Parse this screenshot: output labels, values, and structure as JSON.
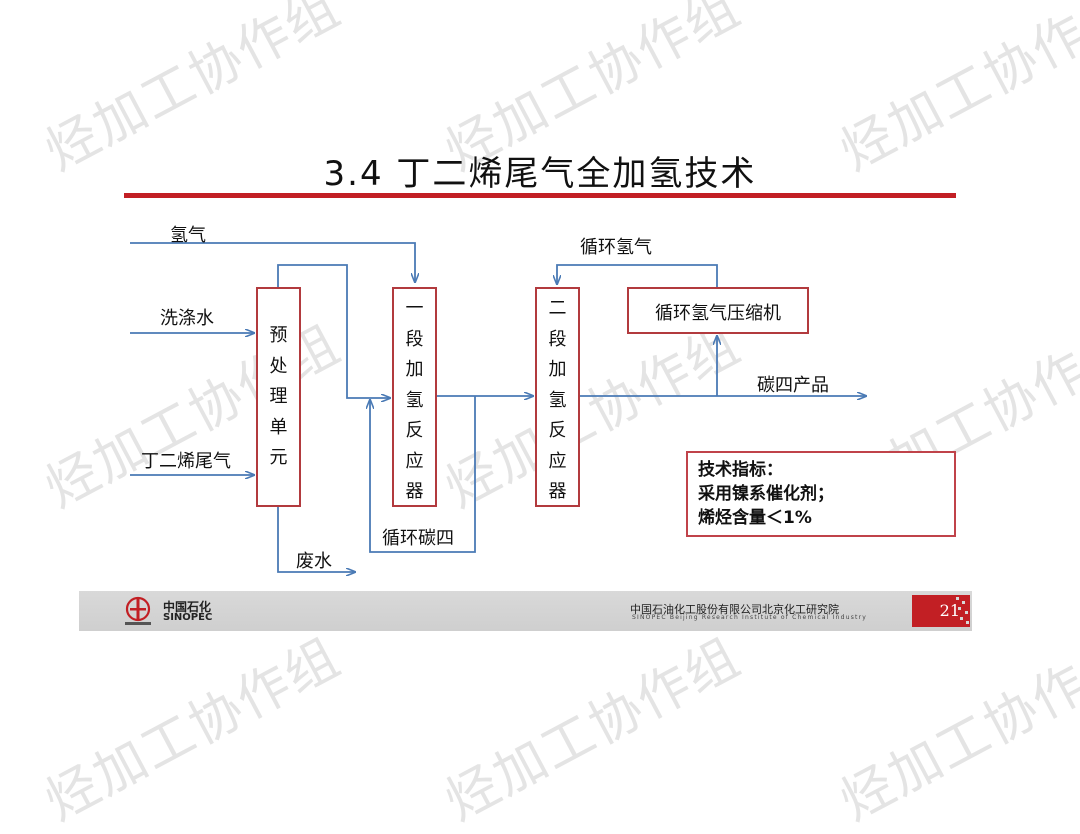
{
  "watermark_text": "烃加工协作组",
  "slide": {
    "title": "3.4 丁二烯尾气全加氢技术"
  },
  "inputs": {
    "hydrogen": "氢气",
    "wash_water": "洗涤水",
    "butadiene_tail_gas": "丁二烯尾气"
  },
  "units": {
    "pretreatment": [
      "预",
      "处",
      "理",
      "单",
      "元"
    ],
    "stage1": [
      "一",
      "段",
      "加",
      "氢",
      "反",
      "应",
      "器"
    ],
    "stage2": [
      "二",
      "段",
      "加",
      "氢",
      "反",
      "应",
      "器"
    ],
    "compressor": "循环氢气压缩机"
  },
  "streams": {
    "recycle_hydrogen": "循环氢气",
    "recycle_c4": "循环碳四",
    "waste_water": "废水",
    "c4_product": "碳四产品"
  },
  "spec": {
    "heading": "技术指标：",
    "line1": "采用镍系催化剂；",
    "line2": "烯烃含量＜1%"
  },
  "footer": {
    "company_cn": "中国石化",
    "company_en": "SINOPEC",
    "institute_cn": "中国石油化工股份有限公司北京化工研究院",
    "institute_en": "SINOPEC Beijing Research Institute of Chemical Industry",
    "page_number": "21"
  },
  "colors": {
    "accent_red": "#c21f24",
    "box_border": "#b23a3e",
    "flow_line": "#4a7ab5"
  }
}
